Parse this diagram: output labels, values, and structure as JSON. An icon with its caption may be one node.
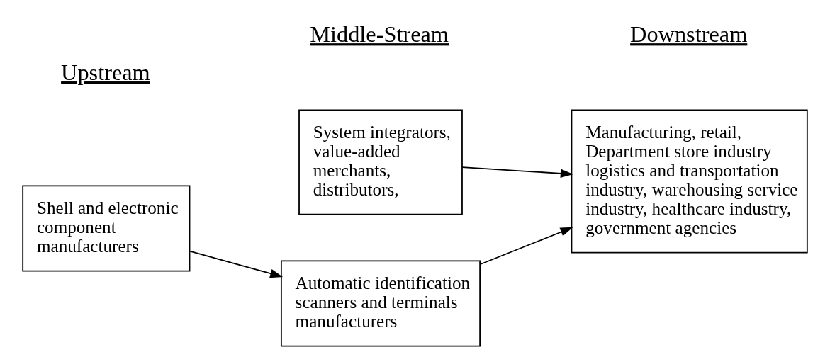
{
  "diagram": {
    "nodes": [
      {
        "text": [
          "Shell and electronic component manufacturers"
        ]
      },
      {
        "text": [
          "Automatic identification scanners and terminals manufacturers"
        ]
      },
      {
        "text": [
          "System integrators, value-added merchants, distributors,"
        ]
      },
      {
        "text": [
          "Manufacturing, retail, Department store industry logistics and transportation industry, warehousing service industry, healthcare industry, government agencies"
        ]
      }
    ],
    "edges": [
      {
        "from": 0,
        "to": 1,
        "arrow": "to"
      },
      {
        "from": 1,
        "to": 3,
        "arrow": "to"
      },
      {
        "from": 2,
        "to": 3,
        "arrow": "to"
      }
    ],
    "labels": [
      "Upstream",
      "Middle-Stream",
      "Downstream"
    ]
  }
}
